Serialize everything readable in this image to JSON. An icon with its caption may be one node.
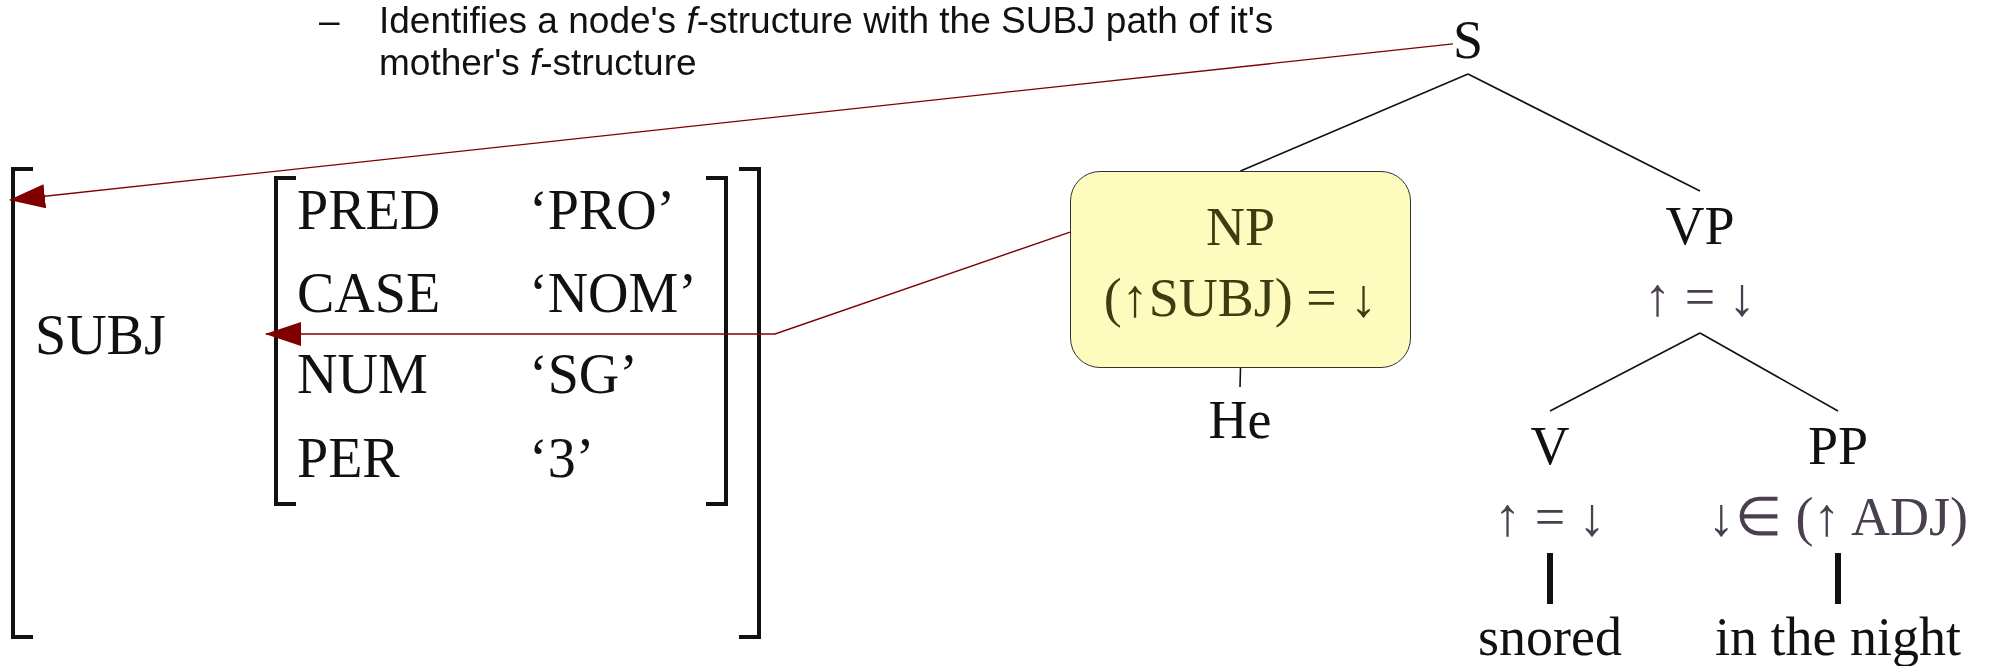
{
  "diagram": {
    "nodes": [
      {
        "text": [
          "SUBJ"
        ]
      },
      {
        "text": [
          "PRED",
          "‘PRO’",
          "CASE",
          "‘NOM’",
          "NUM",
          "‘SG’",
          "PER",
          "‘3’"
        ],
        "in": 0
      },
      {
        "text": [
          "S"
        ]
      },
      {
        "text": [
          "NP",
          "(↑SUBJ) = ↓"
        ]
      },
      {
        "text": [
          "He"
        ]
      },
      {
        "text": [
          "VP",
          "↑ = ↓"
        ]
      },
      {
        "text": [
          "V",
          "↑ = ↓"
        ]
      },
      {
        "text": [
          "PP",
          "↓∈ (↑ ADJ)"
        ]
      },
      {
        "text": [
          "snored"
        ]
      },
      {
        "text": [
          "in the night"
        ]
      }
    ],
    "edges": [
      {
        "from": 2,
        "to": 3,
        "arrow": "none"
      },
      {
        "from": 2,
        "to": 5,
        "arrow": "none"
      },
      {
        "from": 3,
        "to": 4,
        "arrow": "none"
      },
      {
        "from": 5,
        "to": 6,
        "arrow": "none"
      },
      {
        "from": 5,
        "to": 7,
        "arrow": "none"
      },
      {
        "from": 6,
        "to": 8,
        "arrow": "none",
        "style": "thick"
      },
      {
        "from": 7,
        "to": 9,
        "arrow": "none",
        "style": "thick"
      },
      {
        "from": 2,
        "to": 0,
        "arrow": "to",
        "color": "#800000"
      },
      {
        "from": 3,
        "to": 1,
        "arrow": "to",
        "color": "#800000"
      }
    ],
    "labels": [
      "–",
      "Identifies a node's *f*-structure with the SUBJ path of it's mother's *f*-structure"
    ]
  }
}
